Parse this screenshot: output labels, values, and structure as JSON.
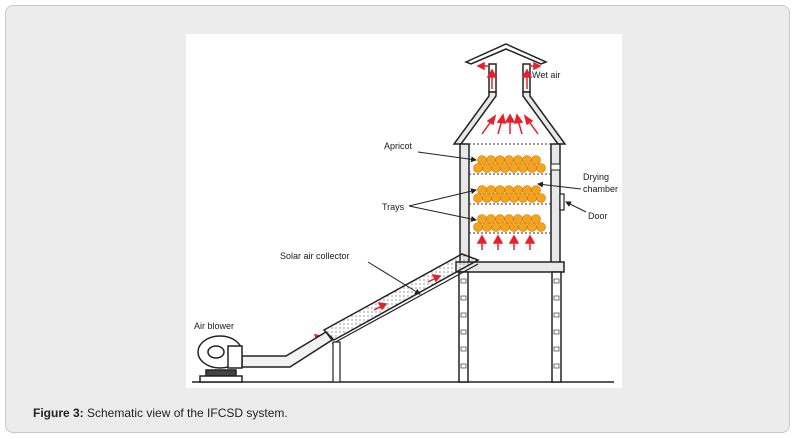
{
  "caption": {
    "label": "Figure 3:",
    "text": " Schematic view of the IFCSD system."
  },
  "diagram": {
    "labels": {
      "wet_air": "Wet air",
      "apricot": "Apricot",
      "drying_chamber_line1": "Drying",
      "drying_chamber_line2": "chamber",
      "trays": "Trays",
      "door": "Door",
      "solar_air_collector": "Solar air collector",
      "air_blower": "Air blower"
    },
    "colors": {
      "apricot": "#f7a21c",
      "air_flow_arrow": "#e8202a",
      "outline": "#222222"
    }
  }
}
